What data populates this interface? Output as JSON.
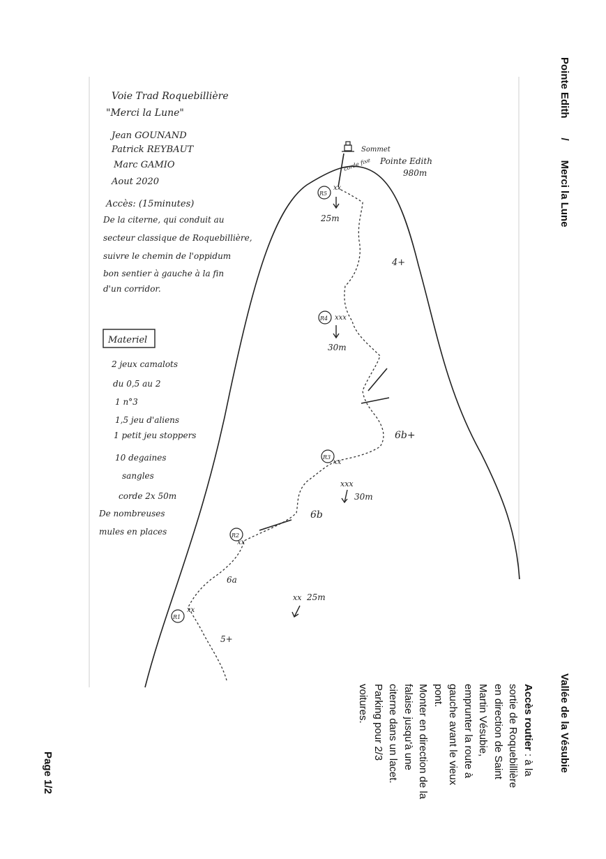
{
  "header": {
    "crag": "Pointe Edith",
    "separator": "/",
    "route": "Merci la Lune",
    "valley": "Vallée de la Vésubie"
  },
  "access": {
    "label": "Accès routier",
    "text": " : à la sortie de Roquebillière en direction de Saint Martin Vésubie, emprunter la route à gauche avant le vieux pont.",
    "climb": "Monter en direction de la falaise jusqu'à une citerne dans un lacet.",
    "parking": "Parking pour 2/3 voitures."
  },
  "footer": {
    "page": "Page 1/2"
  },
  "notes": {
    "lines": [
      "Voie Trad Roquebillière",
      "\"Merci la Lune\"",
      "Jean GOUNAND",
      "Patrick REYBAUT",
      "Marc GAMIO",
      "Aout 2020"
    ],
    "approach_title": "Accès: (15minutes)",
    "approach_lines": [
      "De la citerne, qui conduit au",
      "secteur classique de Roquebillière,",
      "suivre le chemin de l'oppidum",
      "bon sentier à gauche à la fin",
      "d'un corridor."
    ]
  },
  "gear": {
    "title": "Materiel",
    "items": [
      "2 jeux camalots",
      "du 0,5 au 2",
      "1 n°3",
      "1,5 jeu d'aliens",
      "1 petit jeu stoppers",
      "10 degaines",
      "sangles",
      "corde 2x 50m",
      "De nombreuses",
      "mules en places"
    ]
  },
  "topo": {
    "summit": "Sommet",
    "peak_name": "Pointe Edith",
    "altitude": "980m",
    "fixed_rope": "corde fixe",
    "belays": [
      "R1",
      "R2",
      "R3",
      "R4",
      "R5"
    ],
    "grades": {
      "p1": "5+",
      "p2": "6a",
      "p3": "6b",
      "p4": "6b+",
      "p5": "4+"
    },
    "rappels": {
      "r1": "25m",
      "r2": "30m",
      "r3": "30m",
      "r4": "25m"
    },
    "anchors": {
      "a1": "xx",
      "a2": "xxx"
    }
  }
}
